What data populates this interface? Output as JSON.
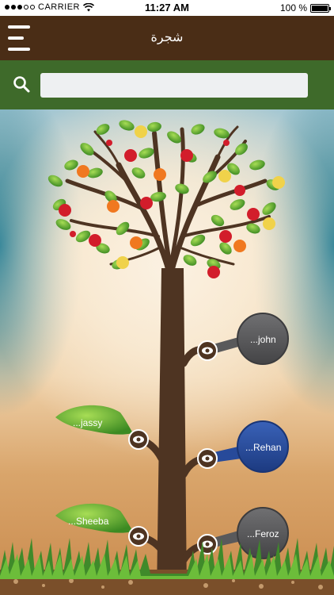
{
  "status_bar": {
    "carrier": "CARRIER",
    "time": "11:27 AM",
    "battery": "100 %"
  },
  "header": {
    "title": "شجرة",
    "menu_icon": "hamburger-menu-icon"
  },
  "search": {
    "icon": "search-icon",
    "value": "",
    "placeholder": ""
  },
  "tree": {
    "right_nodes": [
      {
        "label": "...john"
      },
      {
        "label": "...Rehan"
      },
      {
        "label": "...Feroz"
      }
    ],
    "left_nodes": [
      {
        "label": "...jassy"
      },
      {
        "label": "...Sheeba"
      }
    ],
    "view_icon": "eye-icon"
  },
  "colors": {
    "header": "#4a2d16",
    "search_bar": "#3e6a2a",
    "trunk": "#4e3422",
    "node_grey": "#59595b",
    "node_blue": "#274a9a",
    "leaf_green": "#78c13c"
  }
}
